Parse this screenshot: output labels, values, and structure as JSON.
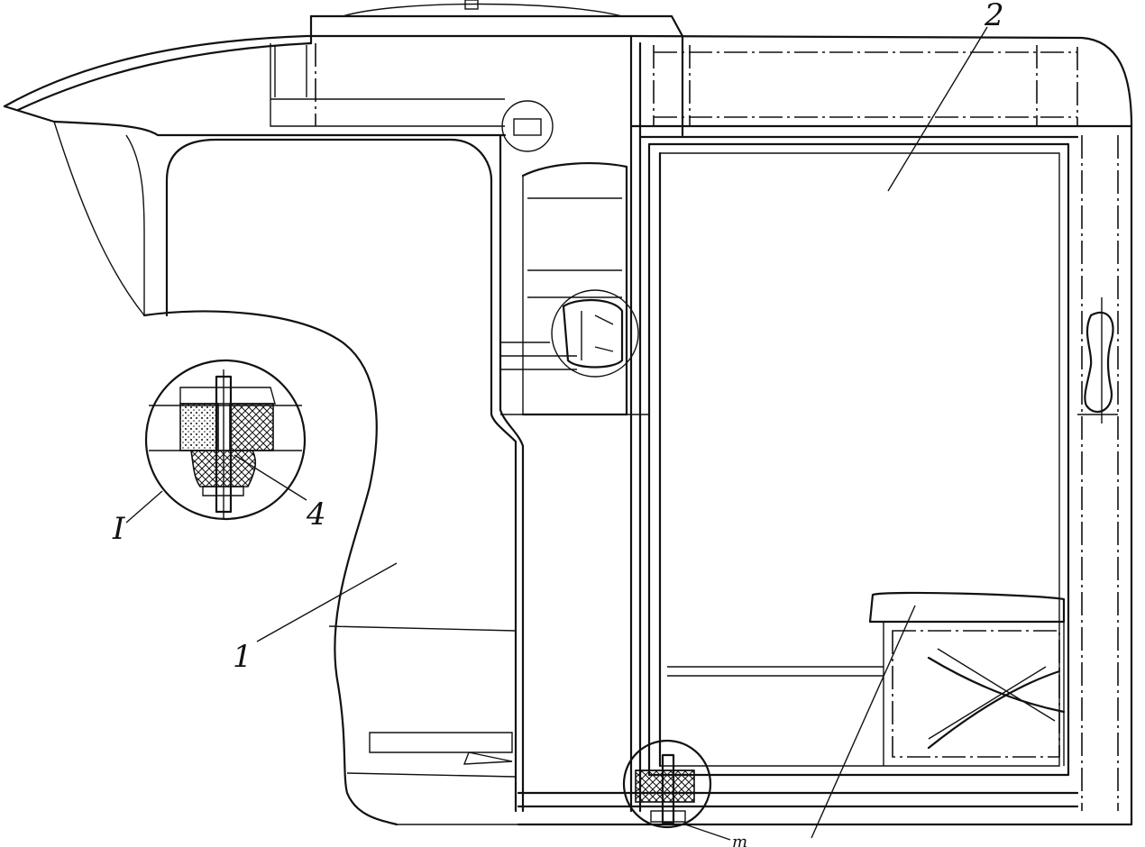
{
  "labels": {
    "body": "1",
    "cab": "2",
    "fastener": "4",
    "detail": "I",
    "bottom_callout": "т"
  }
}
